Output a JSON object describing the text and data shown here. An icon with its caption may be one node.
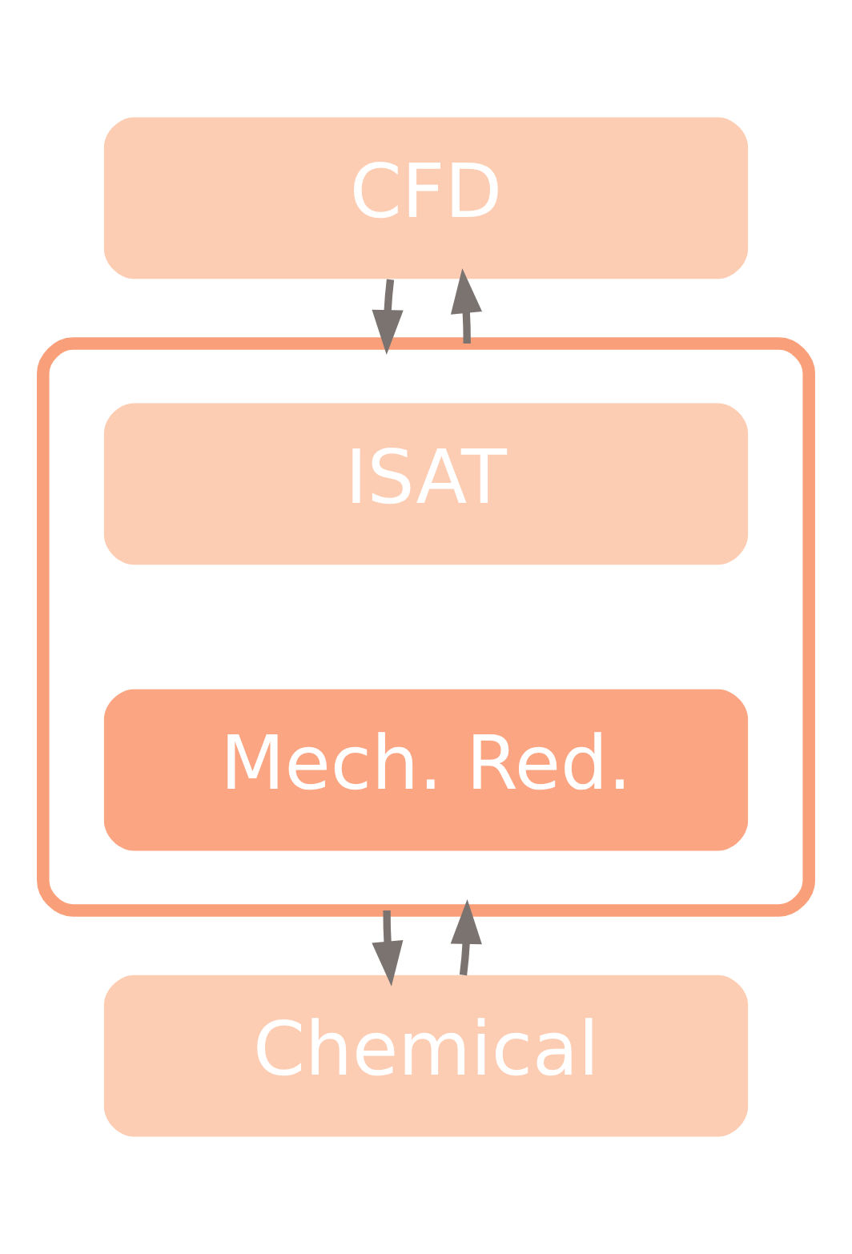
{
  "diagram": {
    "nodes": [
      {
        "text": [
          "CFD"
        ]
      },
      {
        "text": [],
        "shape": "box"
      },
      {
        "text": [
          "ISAT"
        ],
        "in": 1
      },
      {
        "text": [
          "Mech. Red."
        ],
        "in": 1
      },
      {
        "text": [
          "Chemical"
        ]
      }
    ],
    "edges": [
      {
        "from": 0,
        "to": 1,
        "arrow": "to"
      },
      {
        "from": 1,
        "to": 0,
        "arrow": "to"
      },
      {
        "from": 1,
        "to": 4,
        "arrow": "to"
      },
      {
        "from": 4,
        "to": 1,
        "arrow": "to"
      }
    ]
  }
}
